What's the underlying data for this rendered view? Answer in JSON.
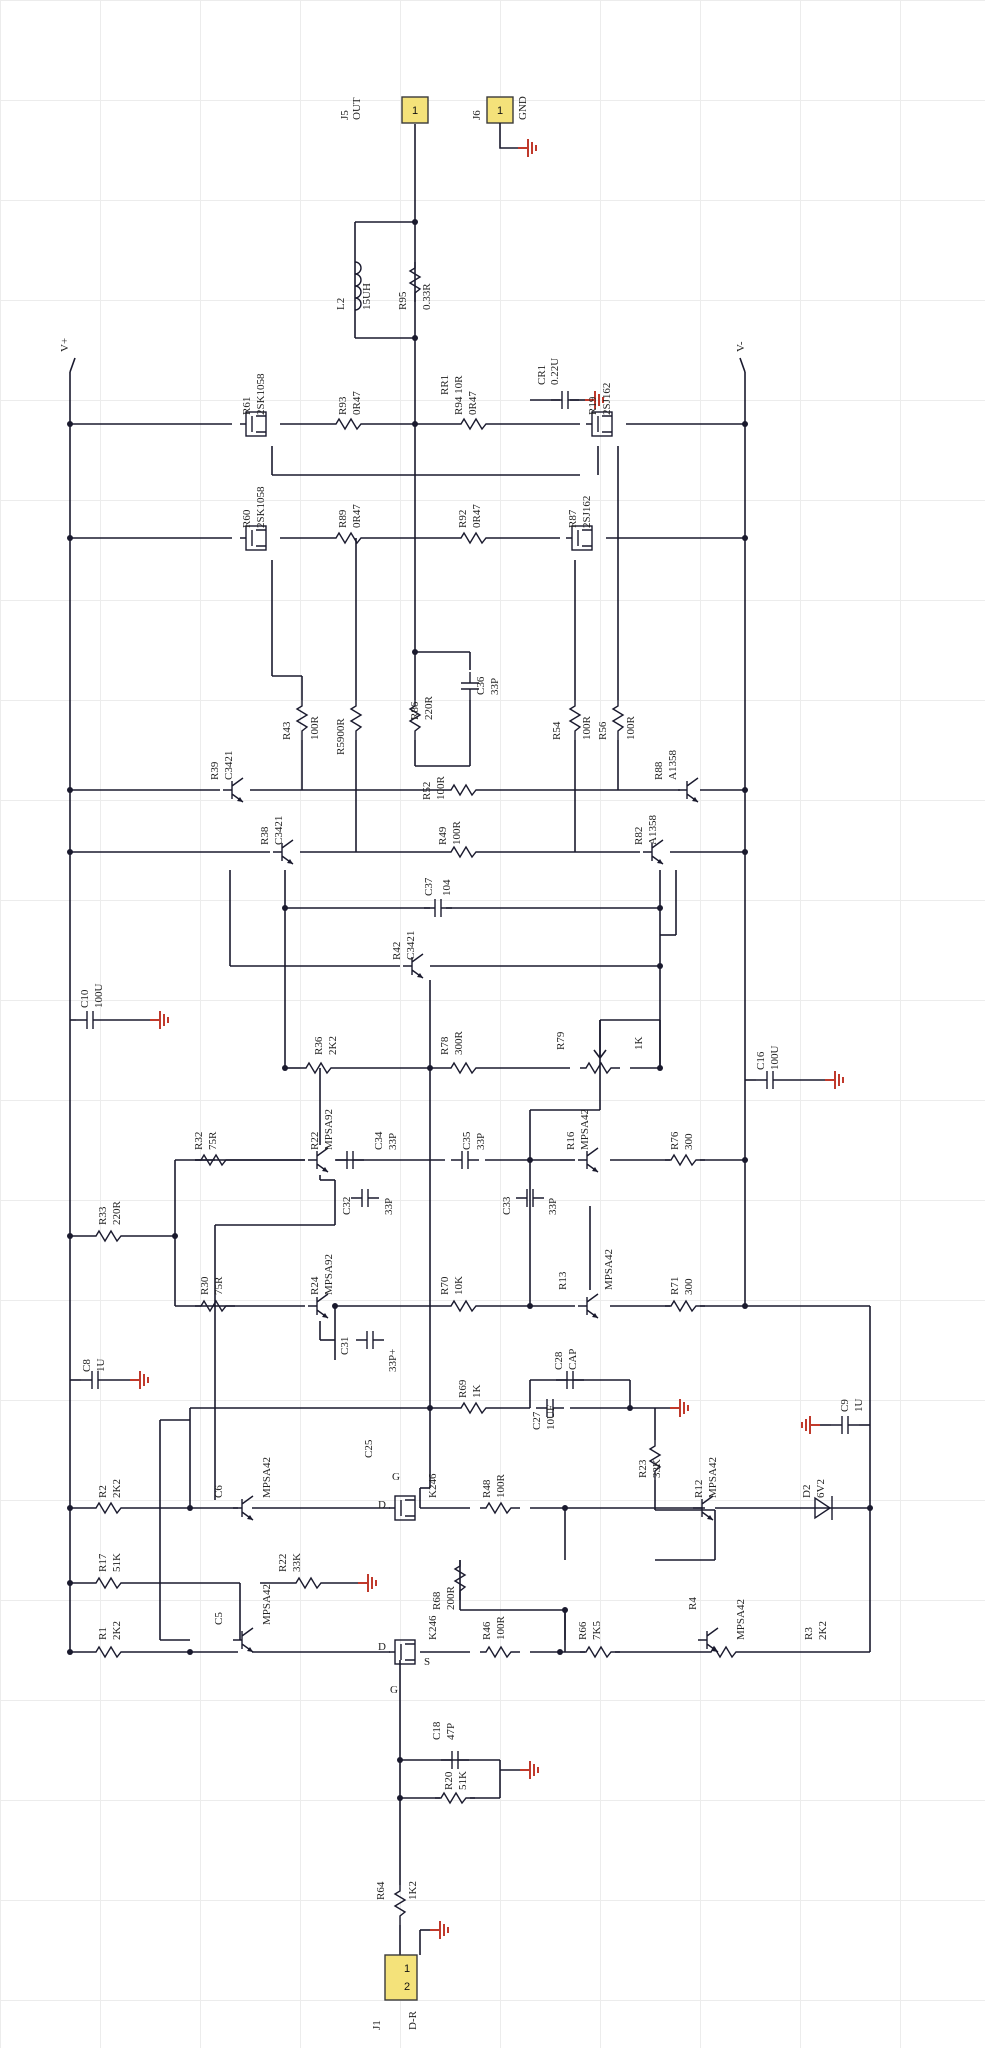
{
  "connectors": {
    "j5": {
      "ref": "J5",
      "name": "OUT",
      "pin": "1"
    },
    "j6": {
      "ref": "J6",
      "name": "GND",
      "pin": "1"
    },
    "j1": {
      "ref": "J1",
      "name": "D-R",
      "pins": [
        "1",
        "2"
      ]
    }
  },
  "rails": {
    "vplus": "V+",
    "vminus": "V-"
  },
  "parts": {
    "L2": "L2",
    "L2v": "15UH",
    "R95": "R95",
    "R95v": "0.33R",
    "R61": "R61",
    "R61v": "2SK1058",
    "R93": "R93",
    "R93v": "0R47",
    "RR1": "RR1",
    "R94": "R94 10R",
    "R94v": "0R47",
    "CR1": "CR1",
    "CR1v": "0.22U",
    "R19": "R19",
    "R19v": "2SJ162",
    "R60": "R60",
    "R60v": "2SK1058",
    "R89": "R89",
    "R89v": "0R47",
    "R92": "R92",
    "R92v": "0R47",
    "R87": "R87",
    "R87v": "2SJ162",
    "R43": "R43",
    "R43v": "100R",
    "R5900R": "R5900R",
    "R86": "R86",
    "R86v": "220R",
    "C36": "C36",
    "C36v": "33P",
    "R52": "R52",
    "R52v": "100R",
    "R54": "R54",
    "R54v": "100R",
    "R56": "R56",
    "R56v": "100R",
    "R39": "R39",
    "R39v": "C3421",
    "R88": "R88",
    "R88v": "A1358",
    "R38": "R38",
    "R38v": "C3421",
    "R49": "R49",
    "R49v": "100R",
    "R82": "R82",
    "R82v": "A1358",
    "C37": "C37",
    "C37v": "104",
    "R42": "R42",
    "R42v": "C3421",
    "C10": "C10",
    "C10v": "100U",
    "R36": "R36",
    "R36v": "2K2",
    "R78": "R78",
    "R78v": "300R",
    "R79": "R79",
    "R79v": "1K",
    "C16": "C16",
    "C16v": "100U",
    "R32": "R32",
    "R32v": "75R",
    "R22": "R22",
    "R22v": "MPSA92",
    "C34": "C34",
    "C34v": "33P",
    "C35": "C35",
    "C35v": "33P",
    "R16": "R16",
    "R16v": "MPSA42",
    "R76": "R76",
    "R76v": "300",
    "R33": "R33",
    "R33v": "220R",
    "C32": "C32",
    "C32v": "33P",
    "C33": "C33",
    "C33v": "33P",
    "R13": "R13",
    "R13v": "MPSA42",
    "R30": "R30",
    "R30v": "75R",
    "R24": "R24",
    "R24v": "MPSA92",
    "R70": "R70",
    "R70v": "10K",
    "R71": "R71",
    "R71v": "300",
    "C8": "C8",
    "C8v": "1U",
    "C31": "C31",
    "C31v": "33P+",
    "C28": "C28",
    "C28v": "CAP",
    "C27": "C27",
    "C27v": "10UF",
    "R69": "R69",
    "R69v": "1K",
    "C9": "C9",
    "C9v": "1U",
    "C25": "C25",
    "R23": "R23",
    "R23v": "33K",
    "R2": "R2",
    "R2v": "2K2",
    "C6": "C6",
    "C6v": "MPSA42",
    "Q21": "K246",
    "R48": "R48",
    "R48v": "100R",
    "R12": "R12",
    "R12v": "MPSA42",
    "D2": "D2",
    "D2v": "6V2",
    "R17": "R17",
    "R17v": "51K",
    "R22b": "R22",
    "R22bv": "33K",
    "C5": "C5",
    "C5v": "MPSA42",
    "R68": "R68",
    "R68v": "200R",
    "R4": "R4",
    "R4v": "MPSA42",
    "R1": "R1",
    "R1v": "2K2",
    "Q19": "K246",
    "R46": "R46",
    "R46v": "100R",
    "R66": "R66",
    "R66v": "7K5",
    "R3": "R3",
    "R3v": "2K2",
    "C18": "C18",
    "C18v": "47P",
    "R20": "R20",
    "R20v": "51K",
    "R64": "R64",
    "R64v": "1K2",
    "G": "G",
    "D": "D",
    "S": "S"
  }
}
